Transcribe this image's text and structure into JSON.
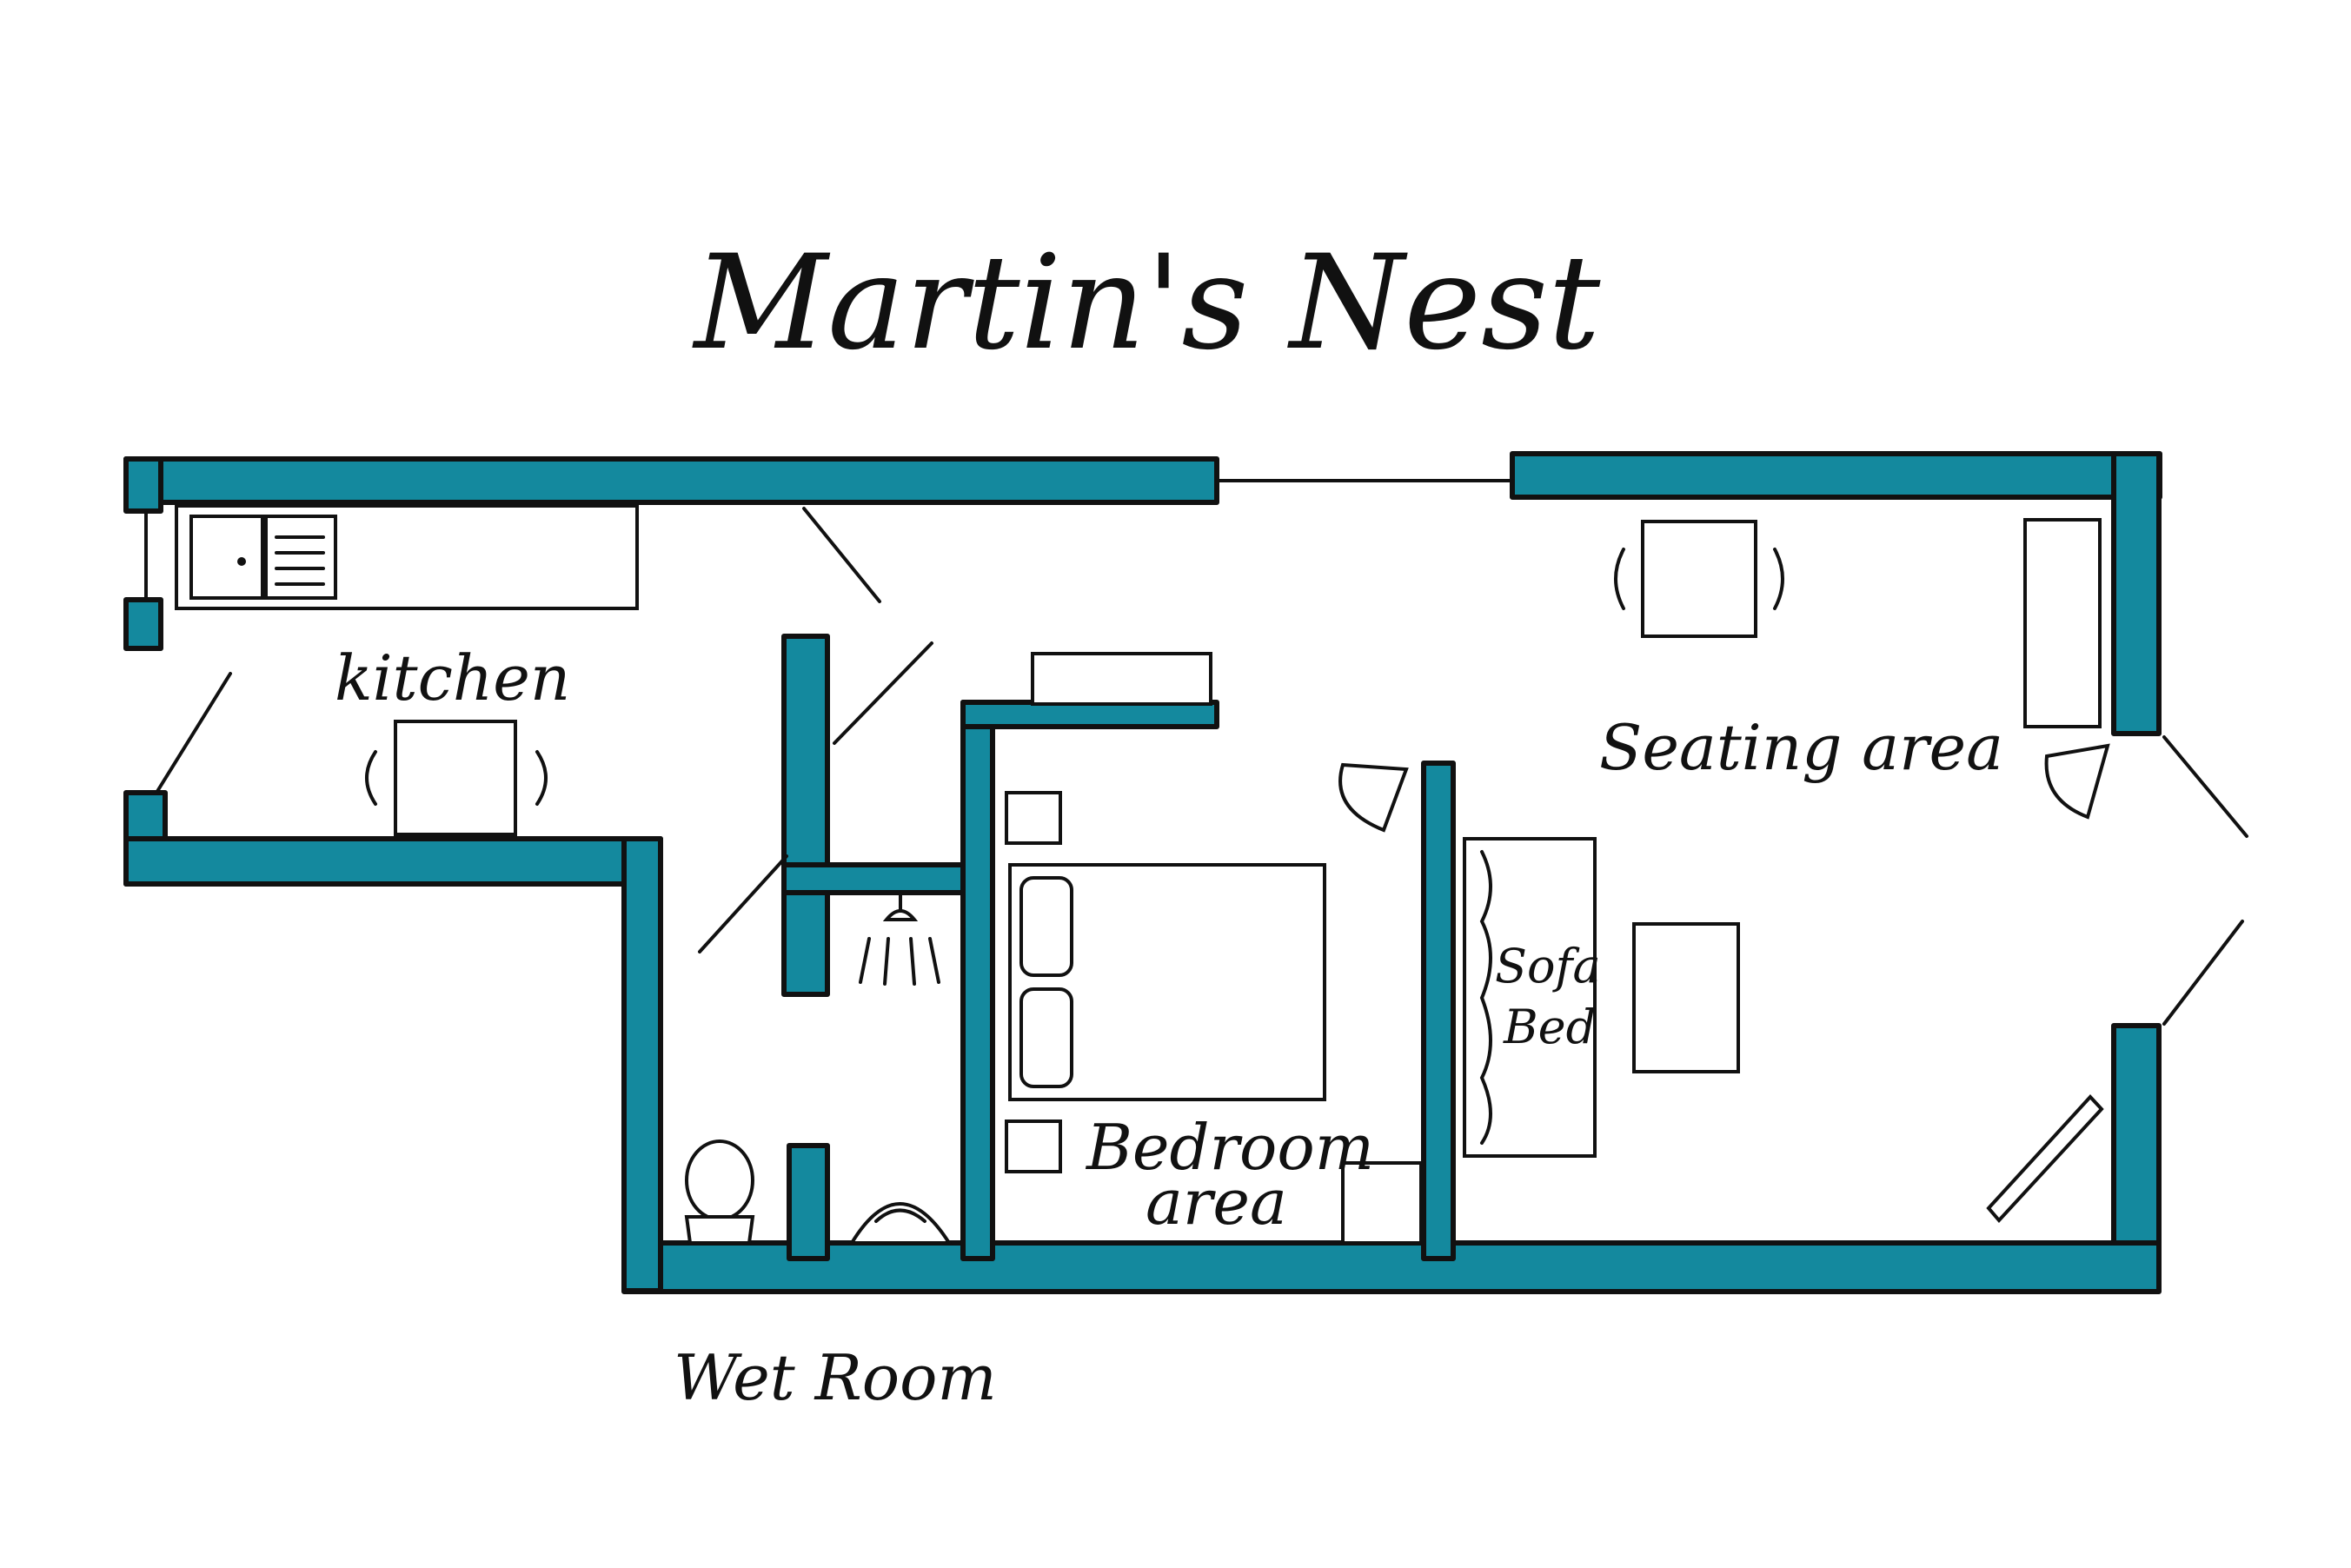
{
  "title": "Martin's Nest",
  "rooms": {
    "kitchen": "kitchen",
    "seating": "Seating area",
    "bedroom_line1": "Bedroom",
    "bedroom_line2": "area",
    "wet_room": "Wet Room",
    "sofa_line1": "Sofa",
    "sofa_line2": "Bed"
  },
  "colors": {
    "wall": "#14899E",
    "outline": "#111111",
    "background": "#FFFFFF"
  }
}
